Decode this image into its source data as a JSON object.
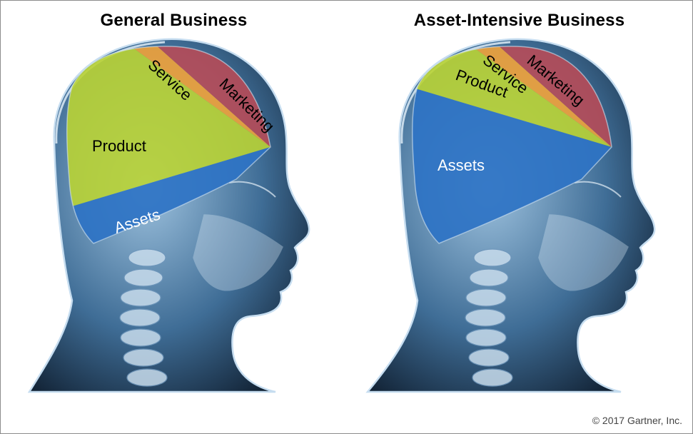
{
  "panels": [
    {
      "title": "General Business",
      "segments": [
        {
          "label": "Marketing",
          "color": "#b94a55"
        },
        {
          "label": "Service",
          "color": "#f0a23a"
        },
        {
          "label": "Product",
          "color": "#b9d334"
        },
        {
          "label": "Assets",
          "color": "#2e73c4"
        }
      ]
    },
    {
      "title": "Asset-Intensive Business",
      "segments": [
        {
          "label": "Marketing",
          "color": "#b94a55"
        },
        {
          "label": "Service",
          "color": "#f0a23a"
        },
        {
          "label": "Product",
          "color": "#b9d334"
        },
        {
          "label": "Assets",
          "color": "#2e73c4"
        }
      ]
    }
  ],
  "copyright": "© 2017 Gartner, Inc."
}
